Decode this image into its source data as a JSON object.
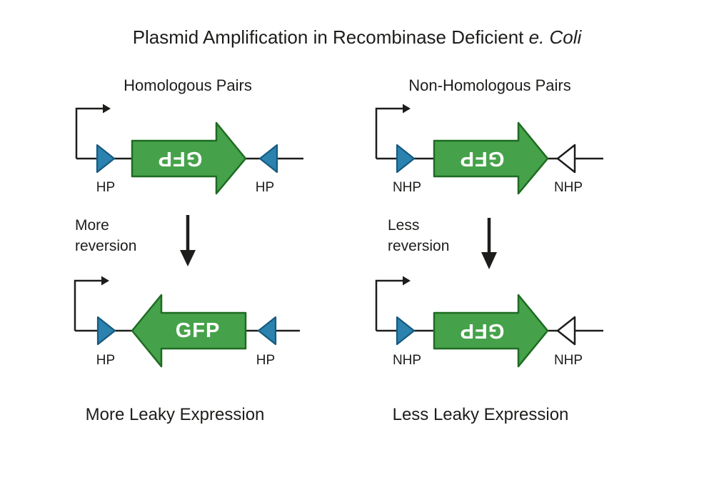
{
  "title": {
    "main": "Plasmid Amplification in Recombinase Deficient ",
    "italic": "e. Coli"
  },
  "colors": {
    "background": "#FFFFFF",
    "line": "#1D1D1B",
    "text": "#1D1D1B",
    "gene_green": "#46A24A",
    "gene_green_border": "#1E6B22",
    "site_blue": "#2B82AE",
    "site_blue_border": "#175A80",
    "site_white": "#FFFFFF",
    "site_white_border": "#1D1D1B",
    "gene_text": "#FFFFFF"
  },
  "columns": {
    "left": {
      "heading": "Homologous Pairs",
      "site_label": "HP",
      "top": {
        "gene": "GFP",
        "gene_direction": "right",
        "gene_text_orientation": "inverted"
      },
      "reversion": {
        "line1": "More",
        "line2": "reversion"
      },
      "bottom": {
        "gene": "GFP",
        "gene_direction": "left",
        "gene_text_orientation": "upright"
      },
      "result": "More Leaky Expression"
    },
    "right": {
      "heading": "Non-Homologous Pairs",
      "site_label": "NHP",
      "top": {
        "gene": "GFP",
        "gene_direction": "right",
        "gene_text_orientation": "inverted"
      },
      "reversion": {
        "line1": "Less",
        "line2": "reversion"
      },
      "bottom": {
        "gene": "GFP",
        "gene_direction": "right",
        "gene_text_orientation": "inverted"
      },
      "result": "Less Leaky Expression"
    }
  }
}
